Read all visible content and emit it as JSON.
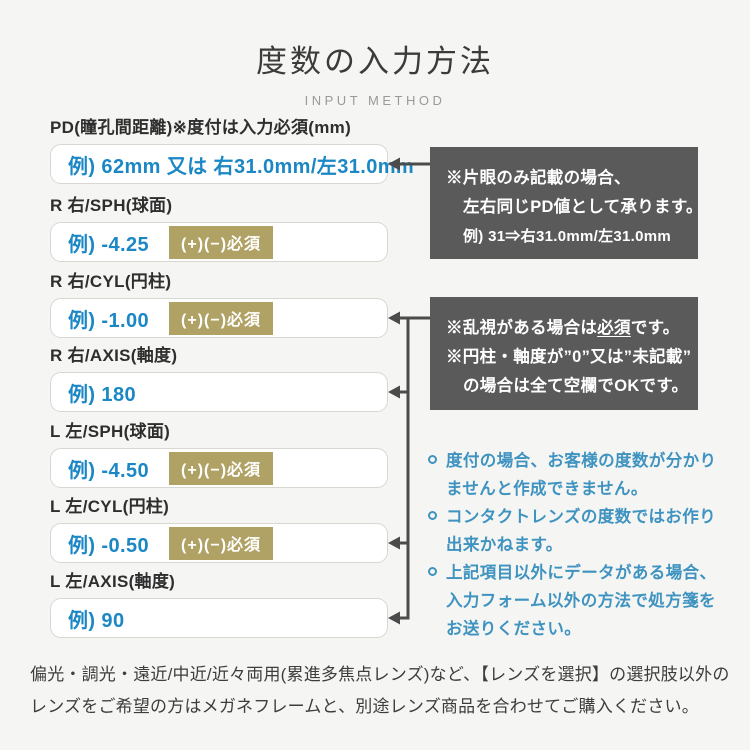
{
  "header": {
    "title": "度数の入力方法",
    "subtitle": "INPUT METHOD"
  },
  "form": {
    "fields": [
      {
        "label": "PD(瞳孔間距離)※度付は入力必須(mm)",
        "example": "例) 62mm 又は 右31.0mm/左31.0mm",
        "tag": ""
      },
      {
        "label": "R 右/SPH(球面)",
        "example": "例) -4.25",
        "tag": "(+)(−)必須"
      },
      {
        "label": "R 右/CYL(円柱)",
        "example": "例) -1.00",
        "tag": "(+)(−)必須"
      },
      {
        "label": "R 右/AXIS(軸度)",
        "example": "例) 180",
        "tag": ""
      },
      {
        "label": "L 左/SPH(球面)",
        "example": "例) -4.50",
        "tag": "(+)(−)必須"
      },
      {
        "label": "L 左/CYL(円柱)",
        "example": "例) -0.50",
        "tag": "(+)(−)必須"
      },
      {
        "label": "L 左/AXIS(軸度)",
        "example": "例) 90",
        "tag": ""
      }
    ]
  },
  "notes": {
    "pd": {
      "line1": "※片眼のみ記載の場合、",
      "line2": "左右同じPD値として承ります。",
      "line3": "例) 31⇒右31.0mm/左31.0mm"
    },
    "astigmatism": {
      "line1_pre": "※乱視がある場合は",
      "line1_em": "必須",
      "line1_post": "です。",
      "line2": "※円柱・軸度が”0”又は”未記載”",
      "line3": "の場合は全て空欄でOKです。"
    }
  },
  "bullets": [
    "度付の場合、お客様の度数が分かりませんと作成できません。",
    "コンタクトレンズの度数ではお作り出来かねます。",
    "上記項目以外にデータがある場合、入力フォーム以外の方法で処方箋をお送りください。"
  ],
  "footer": "偏光・調光・遠近/中近/近々両用(累進多焦点レンズ)など、【レンズを選択】の選択肢以外のレンズをご希望の方はメガネフレームと、別途レンズ商品を合わせてご購入ください。",
  "colors": {
    "page_bg": "#f5f5f3",
    "accent_blue": "#1b87c5",
    "tag_olive": "#b0a164",
    "note_gray": "#5a5a5a",
    "bullet_teal": "#3f93c0",
    "arrow_gray": "#4b4b4b"
  }
}
